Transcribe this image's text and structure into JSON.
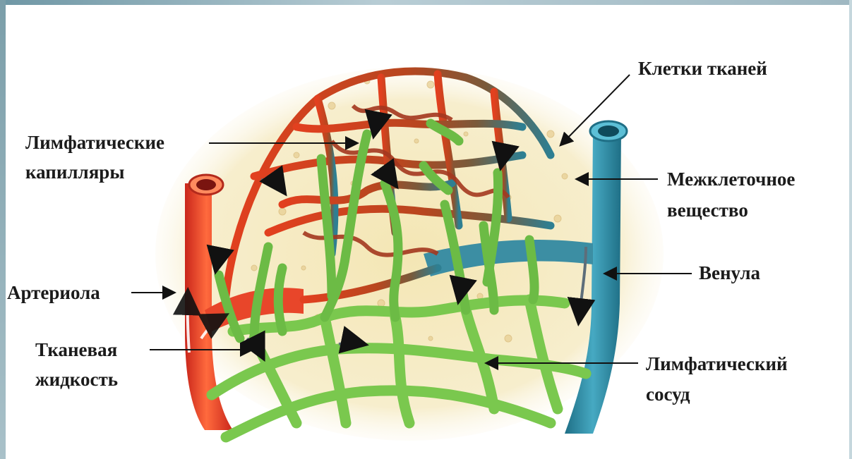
{
  "labels": {
    "cells": "Клетки тканей",
    "lymph_capillaries_1": "Лимфатические",
    "lymph_capillaries_2": "капилляры",
    "interstitial_1": "Межклеточное",
    "interstitial_2": "вещество",
    "venule": "Венула",
    "arteriole": "Артериола",
    "tissue_fluid_1": "Тканевая",
    "tissue_fluid_2": "жидкость",
    "lymph_vessel_1": "Лимфатический",
    "lymph_vessel_2": "сосуд"
  },
  "colors": {
    "artery": "#e8462a",
    "vein": "#2f8fa6",
    "lymph": "#7ac84e",
    "tissue": "#f6ecc4",
    "text": "#1b1b1b"
  }
}
